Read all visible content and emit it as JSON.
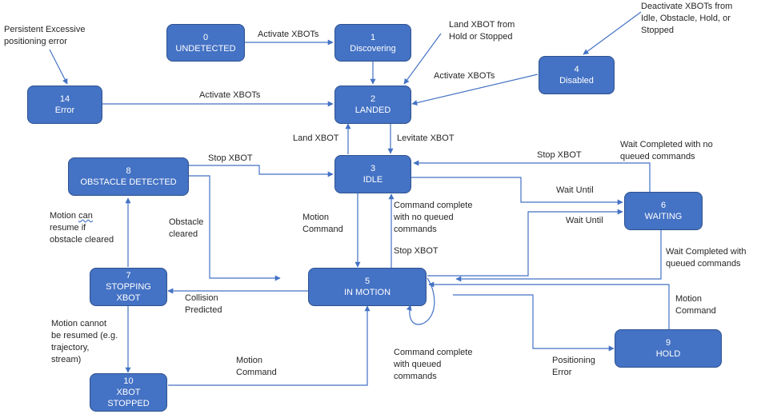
{
  "states": {
    "s0": {
      "num": "0",
      "name": "UNDETECTED"
    },
    "s1": {
      "num": "1",
      "name": "Discovering"
    },
    "s2": {
      "num": "2",
      "name": "LANDED"
    },
    "s3": {
      "num": "3",
      "name": "IDLE"
    },
    "s4": {
      "num": "4",
      "name": "Disabled"
    },
    "s5": {
      "num": "5",
      "name": "IN MOTION"
    },
    "s6": {
      "num": "6",
      "name": "WAITING"
    },
    "s7": {
      "num": "7",
      "name": "STOPPING",
      "name2": "XBOT"
    },
    "s8": {
      "num": "8",
      "name": "OBSTACLE DETECTED"
    },
    "s9": {
      "num": "9",
      "name": "HOLD"
    },
    "s10": {
      "num": "10",
      "name": "XBOT",
      "name2": "STOPPED"
    },
    "s14": {
      "num": "14",
      "name": "Error"
    }
  },
  "labels": {
    "persistent_error": [
      "Persistent Excessive",
      "positioning error"
    ],
    "activate_0_1": "Activate XBOTs",
    "land_xbot_from": [
      "Land XBOT from",
      "Hold or Stopped"
    ],
    "deactivate": [
      "Deactivate XBOTs from",
      "Idle, Obstacle, Hold, or",
      "Stopped"
    ],
    "activate_4_2": "Activate XBOTs",
    "activate_14_2": "Activate XBOTs",
    "land_xbot": "Land XBOT",
    "levitate_xbot": "Levitate XBOT",
    "stop_xbot_8_3": "Stop XBOT",
    "stop_xbot_6_3": "Stop XBOT",
    "wait_completed_no_queue": [
      "Wait Completed with no",
      "queued commands"
    ],
    "wait_until_3_6": "Wait Until",
    "wait_until_5_6": "Wait Until",
    "motion_can_1": "Motion ",
    "motion_can_2": "can",
    "motion_can_rest": [
      "resume if",
      "obstacle cleared"
    ],
    "obstacle_cleared": [
      "Obstacle",
      "cleared"
    ],
    "motion_command_3_5": [
      "Motion",
      "Command"
    ],
    "command_complete_no_queue": [
      "Command complete",
      "with no queued",
      "commands"
    ],
    "stop_xbot_5_3": "Stop XBOT",
    "wait_completed_queue": [
      "Wait Completed with",
      "queued commands"
    ],
    "collision_predicted": [
      "Collision",
      "Predicted"
    ],
    "motion_command_9_5": [
      "Motion",
      "Command"
    ],
    "motion_cannot": [
      "Motion cannot",
      "be resumed (e.g.",
      "trajectory,",
      "stream)"
    ],
    "command_complete_queue": [
      "Command complete",
      "with queued",
      "commands"
    ],
    "positioning_error": [
      "Positioning",
      "Error"
    ],
    "motion_command_10_5": [
      "Motion",
      "Command"
    ]
  },
  "colors": {
    "state_fill": "#4472c4",
    "state_border": "#2f528f",
    "arrow": "#4472c4",
    "text": "#262626"
  }
}
